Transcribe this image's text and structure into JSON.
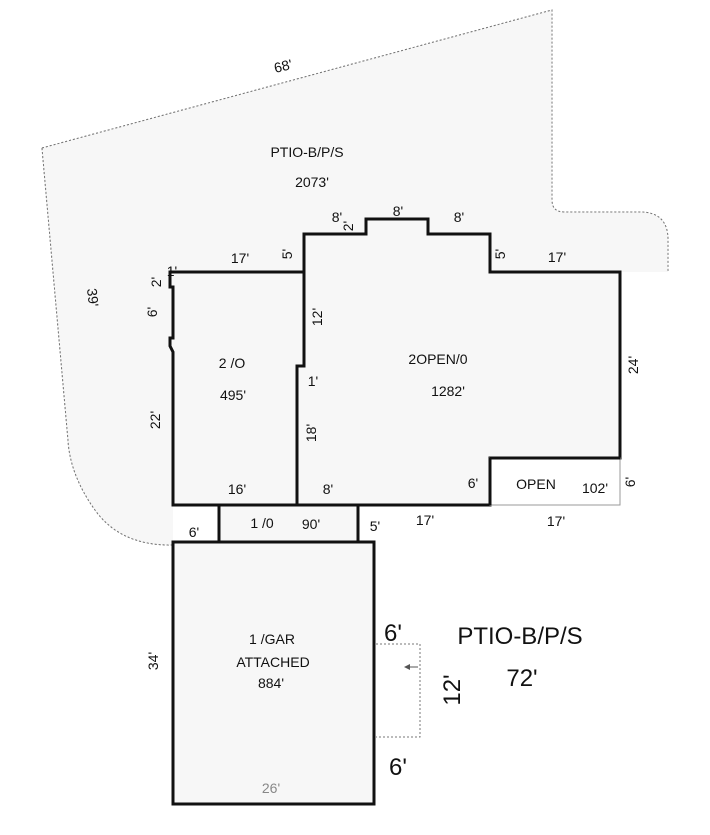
{
  "patio_main": {
    "name": "PTIO-B/P/S",
    "area": "2073'",
    "dim_top": "68'",
    "dim_left": "39'"
  },
  "room_2o": {
    "name": "2 /O",
    "area": "495'",
    "dim_top": "17'",
    "dim_bottom": "16'",
    "dim_left": "22'",
    "dim_jog_a": "2'",
    "dim_jog_b": "6'",
    "dim_jog_c": "1'"
  },
  "room_2open": {
    "name": "2OPEN/0",
    "area": "1282'",
    "dim_8a": "8'",
    "dim_2": "2'",
    "dim_8b": "8'",
    "dim_8c": "8'",
    "dim_5a": "5'",
    "dim_5b": "5'",
    "dim_17": "17'",
    "dim_24": "24'",
    "dim_12": "12'",
    "dim_1": "1'",
    "dim_18": "18'",
    "dim_bottom": "8'",
    "dim_6": "6'"
  },
  "open_area": {
    "name": "OPEN",
    "area": "102'",
    "dim_right": "6'",
    "dim_bottom": "17'"
  },
  "room_10": {
    "name": "1 /0",
    "area": "90'",
    "dim_left": "6'",
    "dim_right": "5'",
    "dim_17": "17'"
  },
  "garage": {
    "name_line1": "1 /GAR",
    "name_line2": "ATTACHED",
    "area": "884'",
    "dim_left": "34'",
    "dim_bottom": "26'"
  },
  "patio_small": {
    "name": "PTIO-B/P/S",
    "area": "72'",
    "dim_top": "6'",
    "dim_side": "12'",
    "dim_bottom": "6'"
  }
}
